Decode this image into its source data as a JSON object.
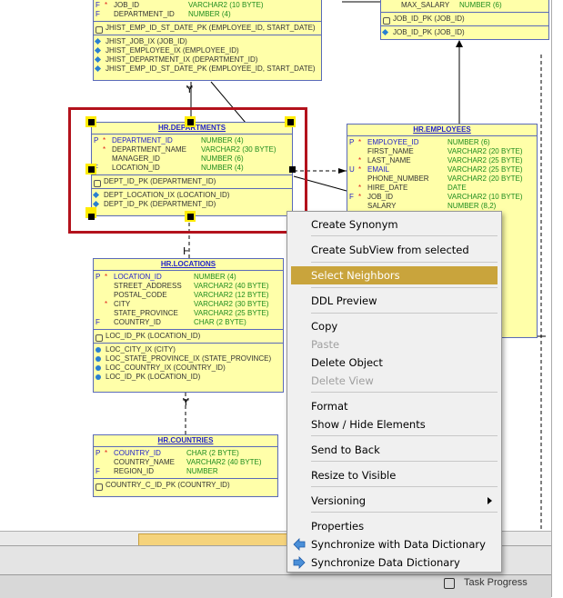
{
  "top_left_table": {
    "rows": [
      {
        "flag": "F",
        "star": "*",
        "name": "JOB_ID",
        "type": "VARCHAR2 (10 BYTE)"
      },
      {
        "flag": "F",
        "star": "",
        "name": "DEPARTMENT_ID",
        "type": "NUMBER (4)"
      }
    ],
    "pk": "JHIST_EMP_ID_ST_DATE_PK (EMPLOYEE_ID, START_DATE)",
    "indexes": [
      "JHIST_JOB_IX (JOB_ID)",
      "JHIST_EMPLOYEE_IX (EMPLOYEE_ID)",
      "JHIST_DEPARTMENT_IX (DEPARTMENT_ID)",
      "JHIST_EMP_ID_ST_DATE_PK (EMPLOYEE_ID, START_DATE)"
    ]
  },
  "top_right_table": {
    "row": {
      "name": "MAX_SALARY",
      "type": "NUMBER (6)"
    },
    "pk": "JOB_ID_PK (JOB_ID)",
    "index": "JOB_ID_PK (JOB_ID)"
  },
  "departments": {
    "title": "HR.DEPARTMENTS",
    "rows": [
      {
        "flag": "P",
        "star": "*",
        "name": "DEPARTMENT_ID",
        "type": "NUMBER (4)"
      },
      {
        "flag": "",
        "star": "*",
        "name": "DEPARTMENT_NAME",
        "type": "VARCHAR2 (30 BYTE)"
      },
      {
        "flag": "",
        "star": "",
        "name": "MANAGER_ID",
        "type": "NUMBER (6)"
      },
      {
        "flag": "F",
        "star": "",
        "name": "LOCATION_ID",
        "type": "NUMBER (4)"
      }
    ],
    "pk": "DEPT_ID_PK (DEPARTMENT_ID)",
    "indexes": [
      "DEPT_LOCATION_IX (LOCATION_ID)",
      "DEPT_ID_PK (DEPARTMENT_ID)"
    ]
  },
  "employees": {
    "title": "HR.EMPLOYEES",
    "rows": [
      {
        "flag": "P",
        "star": "*",
        "name": "EMPLOYEE_ID",
        "type": "NUMBER (6)"
      },
      {
        "flag": "",
        "star": "",
        "name": "FIRST_NAME",
        "type": "VARCHAR2 (20 BYTE)"
      },
      {
        "flag": "",
        "star": "*",
        "name": "LAST_NAME",
        "type": "VARCHAR2 (25 BYTE)"
      },
      {
        "flag": "U",
        "star": "*",
        "name": "EMAIL",
        "type": "VARCHAR2 (25 BYTE)"
      },
      {
        "flag": "",
        "star": "",
        "name": "PHONE_NUMBER",
        "type": "VARCHAR2 (20 BYTE)"
      },
      {
        "flag": "",
        "star": "*",
        "name": "HIRE_DATE",
        "type": "DATE"
      },
      {
        "flag": "F",
        "star": "*",
        "name": "JOB_ID",
        "type": "VARCHAR2 (10 BYTE)"
      },
      {
        "flag": "",
        "star": "",
        "name": "SALARY",
        "type": "NUMBER (8,2)"
      }
    ]
  },
  "locations": {
    "title": "HR.LOCATIONS",
    "rows": [
      {
        "flag": "P",
        "star": "*",
        "name": "LOCATION_ID",
        "type": "NUMBER (4)"
      },
      {
        "flag": "",
        "star": "",
        "name": "STREET_ADDRESS",
        "type": "VARCHAR2 (40 BYTE)"
      },
      {
        "flag": "",
        "star": "",
        "name": "POSTAL_CODE",
        "type": "VARCHAR2 (12 BYTE)"
      },
      {
        "flag": "",
        "star": "*",
        "name": "CITY",
        "type": "VARCHAR2 (30 BYTE)"
      },
      {
        "flag": "",
        "star": "",
        "name": "STATE_PROVINCE",
        "type": "VARCHAR2 (25 BYTE)"
      },
      {
        "flag": "F",
        "star": "",
        "name": "COUNTRY_ID",
        "type": "CHAR (2 BYTE)"
      }
    ],
    "pk": "LOC_ID_PK (LOCATION_ID)",
    "indexes": [
      "LOC_CITY_IX (CITY)",
      "LOC_STATE_PROVINCE_IX (STATE_PROVINCE)",
      "LOC_COUNTRY_IX (COUNTRY_ID)",
      "LOC_ID_PK (LOCATION_ID)"
    ]
  },
  "countries": {
    "title": "HR.COUNTRIES",
    "rows": [
      {
        "flag": "P",
        "star": "*",
        "name": "COUNTRY_ID",
        "type": "CHAR (2 BYTE)"
      },
      {
        "flag": "",
        "star": "",
        "name": "COUNTRY_NAME",
        "type": "VARCHAR2 (40 BYTE)"
      },
      {
        "flag": "F",
        "star": "",
        "name": "REGION_ID",
        "type": "NUMBER"
      }
    ],
    "pk": "COUNTRY_C_ID_PK (COUNTRY_ID)"
  },
  "context_menu": {
    "items": [
      {
        "label": "Create Synonym"
      },
      {
        "label": "Create SubView from selected"
      },
      {
        "label": "Select Neighbors"
      },
      {
        "label": "DDL Preview"
      },
      {
        "label": "Copy"
      },
      {
        "label": "Paste"
      },
      {
        "label": "Delete Object"
      },
      {
        "label": "Delete View"
      },
      {
        "label": "Format"
      },
      {
        "label": "Show / Hide Elements"
      },
      {
        "label": "Send to Back"
      },
      {
        "label": "Resize to Visible"
      },
      {
        "label": "Versioning"
      },
      {
        "label": "Properties"
      },
      {
        "label": "Synchronize with Data Dictionary"
      },
      {
        "label": "Synchronize Data Dictionary"
      }
    ]
  },
  "status": {
    "task_progress": "Task Progress"
  },
  "colors": {
    "table_fill": "#ffffa9",
    "table_border": "#5a6ab8",
    "selection_frame": "#b3121c",
    "menu_highlight": "#c9a43c"
  }
}
